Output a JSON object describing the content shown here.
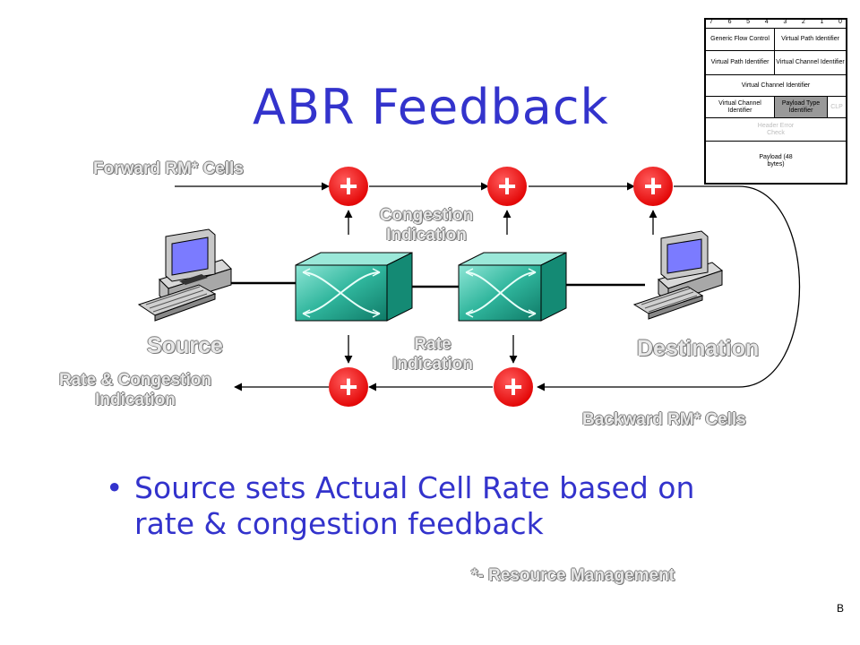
{
  "title": "ABR Feedback",
  "labels": {
    "forward": "Forward RM* Cells",
    "congestion": [
      "Congestion",
      "Indication"
    ],
    "rate": [
      "Rate",
      "Indication"
    ],
    "source": "Source",
    "destination": "Destination",
    "rate_congestion": [
      "Rate & Congestion",
      "Indication"
    ],
    "backward": "Backward RM* Cells",
    "footnote": "*- Resource Management"
  },
  "bullet": "Source sets Actual Cell Rate based on rate & congestion feedback",
  "page_number": "B",
  "plus_symbol": "+",
  "header": {
    "bits": [
      "7",
      "6",
      "5",
      "4",
      "3",
      "2",
      "1",
      "0"
    ],
    "gfc": "Generic Flow Control",
    "vpi1": "Virtual Path Identifier",
    "vpi2": "Virtual Path Identifier",
    "vci1": "Virtual Channel Identifier",
    "vci2": "Virtual Channel Identifier",
    "vci3": "Virtual Channel Identifier",
    "pti": "Payload Type Identifier",
    "clp": "CLP",
    "hec": "Header Error Check",
    "payload": "Payload (48 bytes)"
  },
  "colors": {
    "title": "#3333cc",
    "plus_fill": "#ff0000",
    "switch_fill": "#1fa08a",
    "computer_body": "#c4c4c4",
    "screen": "#7b7bff"
  }
}
